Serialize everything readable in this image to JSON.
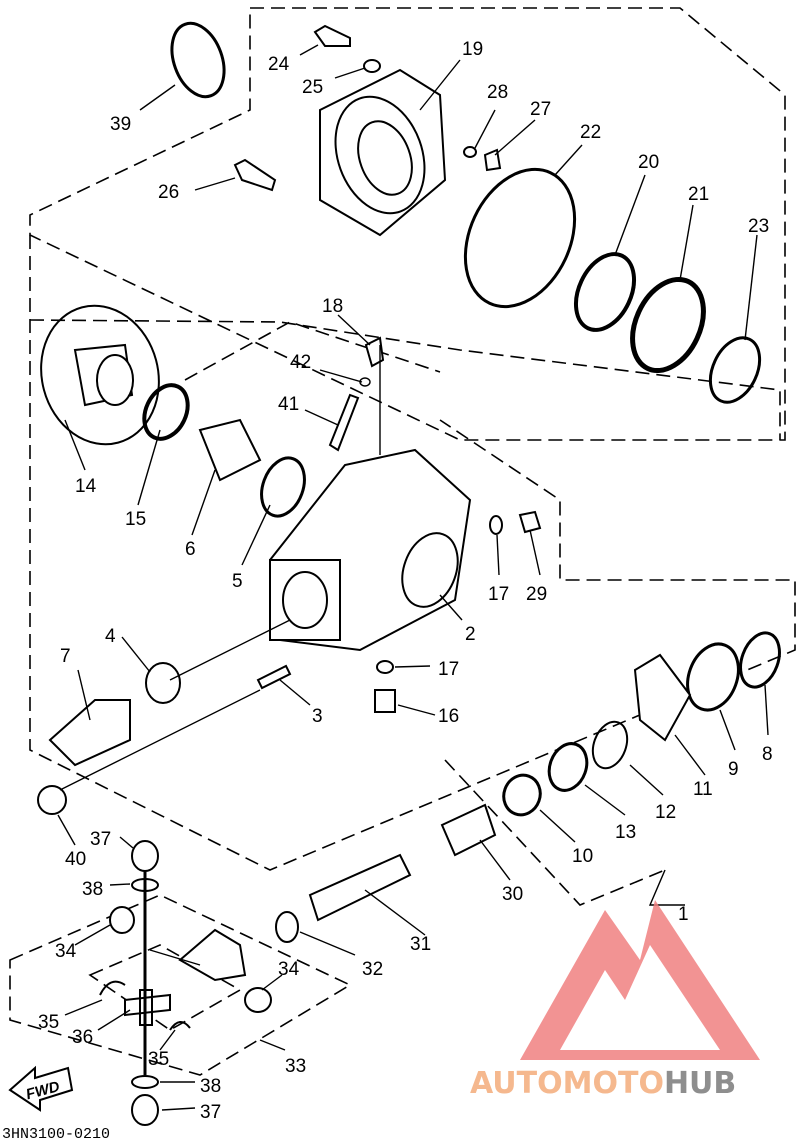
{
  "diagram": {
    "code": "3HN3100-0210",
    "fwd_label": "FWD",
    "watermark": {
      "part1": "AUTOMOTO",
      "part2": "HUB",
      "color1": "#f5b88e",
      "color2": "#8e8e8e",
      "logo_color": "#f08080"
    }
  },
  "callouts": [
    {
      "id": "39",
      "label": "39"
    },
    {
      "id": "24",
      "label": "24"
    },
    {
      "id": "25",
      "label": "25"
    },
    {
      "id": "19",
      "label": "19"
    },
    {
      "id": "28",
      "label": "28"
    },
    {
      "id": "27",
      "label": "27"
    },
    {
      "id": "22",
      "label": "22"
    },
    {
      "id": "20",
      "label": "20"
    },
    {
      "id": "21",
      "label": "21"
    },
    {
      "id": "23",
      "label": "23"
    },
    {
      "id": "26",
      "label": "26"
    },
    {
      "id": "18",
      "label": "18"
    },
    {
      "id": "42",
      "label": "42"
    },
    {
      "id": "41",
      "label": "41"
    },
    {
      "id": "14",
      "label": "14"
    },
    {
      "id": "15",
      "label": "15"
    },
    {
      "id": "6",
      "label": "6"
    },
    {
      "id": "5",
      "label": "5"
    },
    {
      "id": "17a",
      "label": "17"
    },
    {
      "id": "29",
      "label": "29"
    },
    {
      "id": "2",
      "label": "2"
    },
    {
      "id": "4",
      "label": "4"
    },
    {
      "id": "7",
      "label": "7"
    },
    {
      "id": "3",
      "label": "3"
    },
    {
      "id": "17b",
      "label": "17"
    },
    {
      "id": "16",
      "label": "16"
    },
    {
      "id": "8",
      "label": "8"
    },
    {
      "id": "9",
      "label": "9"
    },
    {
      "id": "11",
      "label": "11"
    },
    {
      "id": "12",
      "label": "12"
    },
    {
      "id": "13",
      "label": "13"
    },
    {
      "id": "10",
      "label": "10"
    },
    {
      "id": "40",
      "label": "40"
    },
    {
      "id": "37a",
      "label": "37"
    },
    {
      "id": "38a",
      "label": "38"
    },
    {
      "id": "30",
      "label": "30"
    },
    {
      "id": "1",
      "label": "1"
    },
    {
      "id": "34a",
      "label": "34"
    },
    {
      "id": "31",
      "label": "31"
    },
    {
      "id": "32",
      "label": "32"
    },
    {
      "id": "34b",
      "label": "34"
    },
    {
      "id": "35a",
      "label": "35"
    },
    {
      "id": "36",
      "label": "36"
    },
    {
      "id": "35b",
      "label": "35"
    },
    {
      "id": "33",
      "label": "33"
    },
    {
      "id": "38b",
      "label": "38"
    },
    {
      "id": "37b",
      "label": "37"
    }
  ]
}
